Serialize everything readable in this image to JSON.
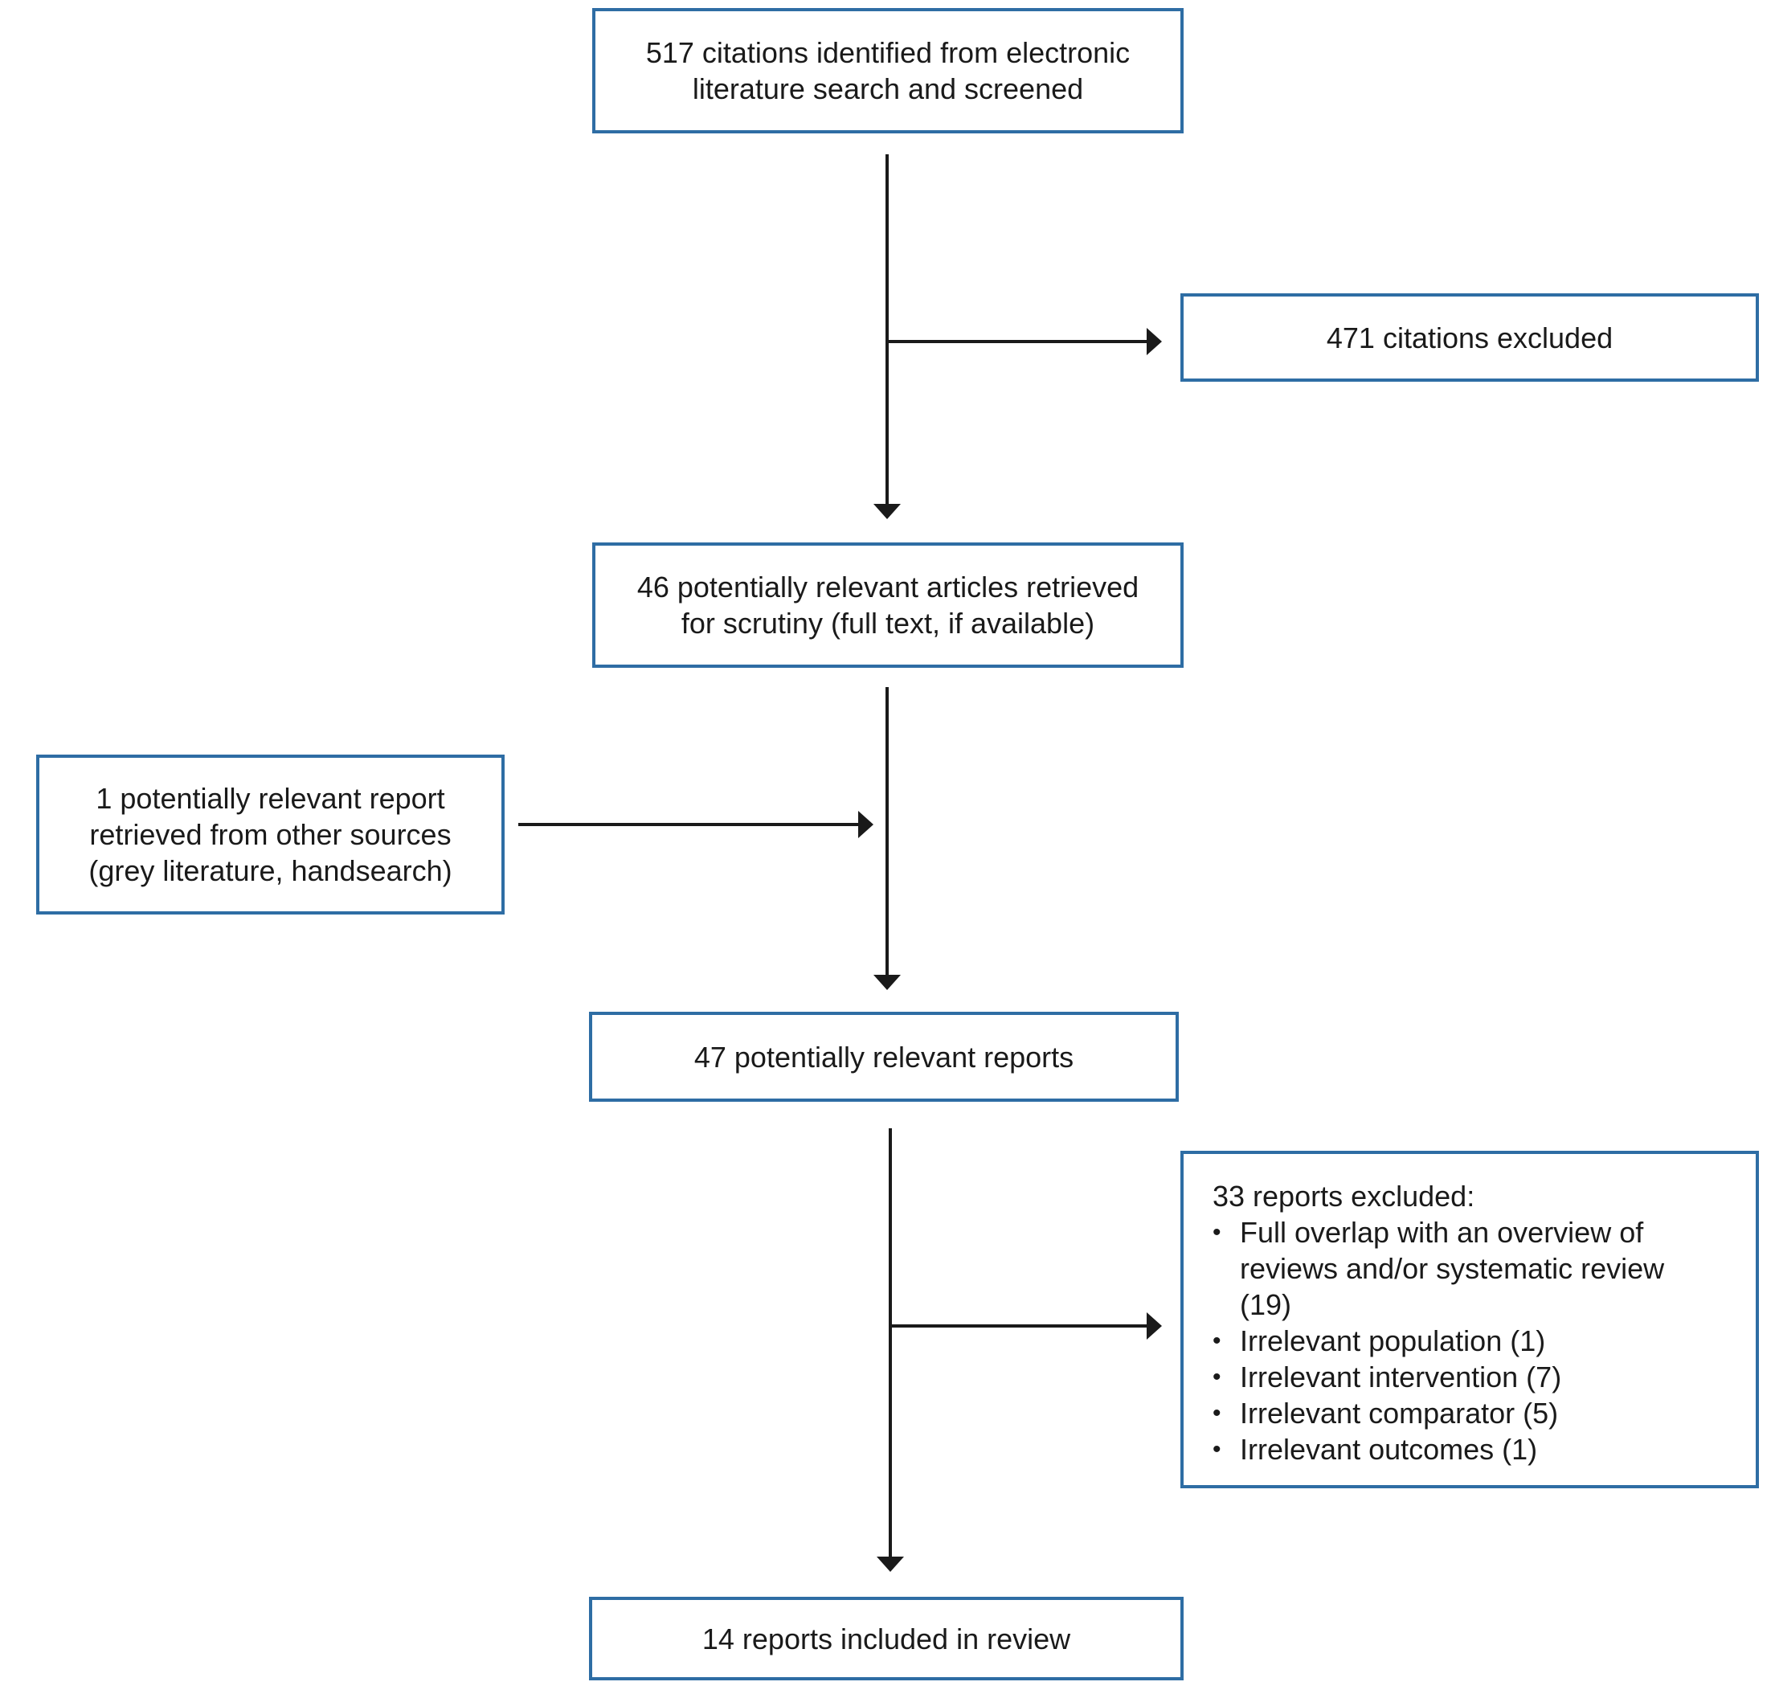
{
  "boxes": {
    "identified": {
      "lines": [
        "517 citations identified from electronic",
        "literature search and screened"
      ]
    },
    "excluded_citations": {
      "lines": [
        "471 citations excluded"
      ]
    },
    "retrieved": {
      "lines": [
        "46 potentially relevant articles retrieved",
        "for scrutiny (full text, if available)"
      ]
    },
    "other_sources": {
      "lines": [
        "1 potentially relevant report",
        "retrieved from other sources",
        "(grey literature, handsearch)"
      ]
    },
    "potentially_relevant": {
      "lines": [
        "47 potentially relevant reports"
      ]
    },
    "excluded_reports": {
      "heading": "33 reports excluded:",
      "items": [
        [
          "Full overlap with an overview of",
          "reviews and/or systematic review",
          "(19)"
        ],
        [
          "Irrelevant population (1)"
        ],
        [
          "Irrelevant intervention (7)"
        ],
        [
          "Irrelevant comparator (5)"
        ],
        [
          "Irrelevant outcomes (1)"
        ]
      ]
    },
    "included": {
      "lines": [
        "14 reports included in review"
      ]
    }
  },
  "colors": {
    "box_border": "#2e6da4",
    "arrow": "#1a1a1a",
    "text": "#1a1a1a"
  }
}
